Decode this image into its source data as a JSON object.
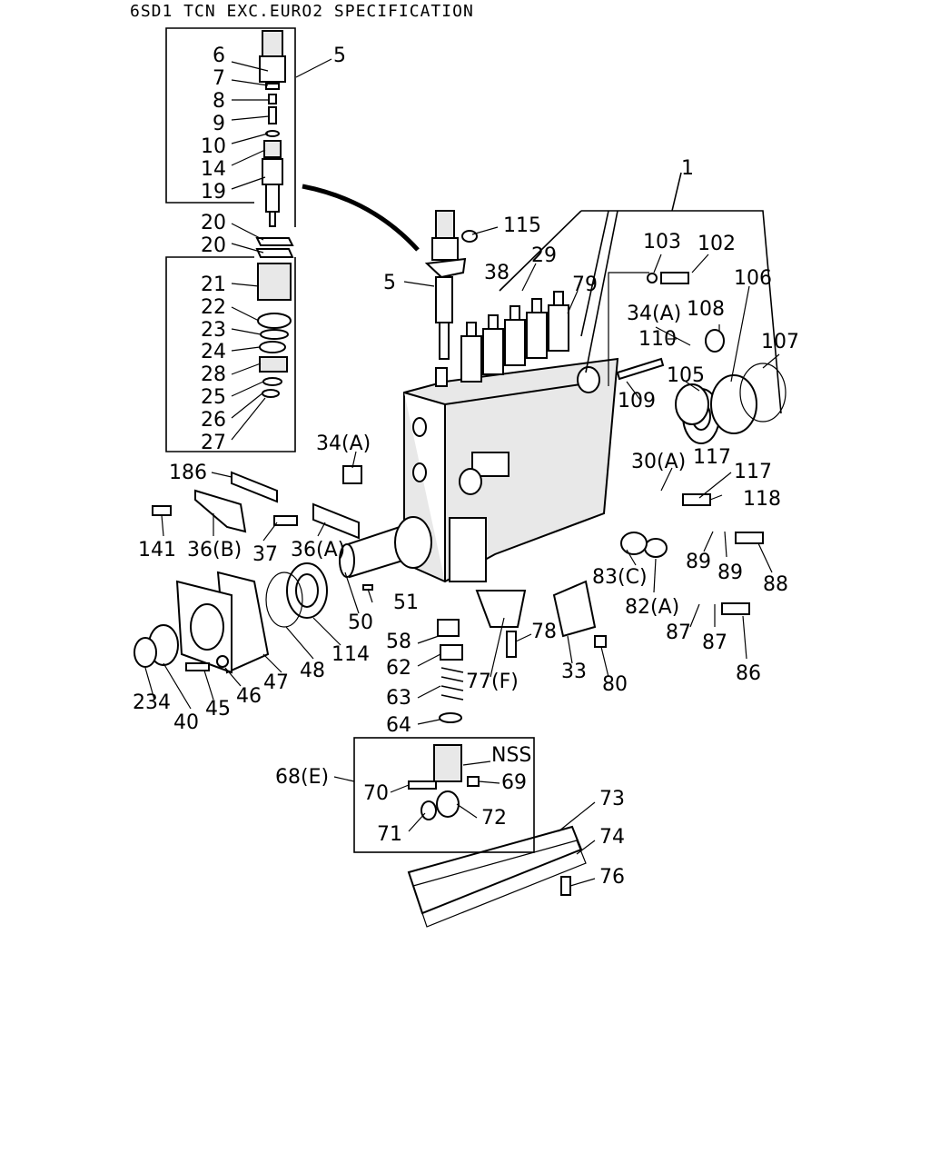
{
  "title": "6SD1 TCN EXC.EURO2 SPECIFICATION",
  "callouts": {
    "c1": "1",
    "c5a": "5",
    "c5b": "5",
    "c6": "6",
    "c7": "7",
    "c8": "8",
    "c9": "9",
    "c10": "10",
    "c14": "14",
    "c19": "19",
    "c20a": "20",
    "c20b": "20",
    "c21": "21",
    "c22": "22",
    "c23": "23",
    "c24": "24",
    "c28": "28",
    "c25": "25",
    "c26": "26",
    "c27": "27",
    "c29": "29",
    "c30": "30(A)",
    "c33": "33",
    "c34a": "34(A)",
    "c34b": "34(A)",
    "c36a": "36(A)",
    "c36b": "36(B)",
    "c37": "37",
    "c38": "38",
    "c40": "40",
    "c45": "45",
    "c46": "46",
    "c47": "47",
    "c48": "48",
    "c50": "50",
    "c51": "51",
    "c58": "58",
    "c62": "62",
    "c63": "63",
    "c64": "64",
    "c68": "68(E)",
    "cNSS": "NSS",
    "c69": "69",
    "c70": "70",
    "c71": "71",
    "c72": "72",
    "c73": "73",
    "c74": "74",
    "c76": "76",
    "c77": "77(F)",
    "c78": "78",
    "c79": "79",
    "c80": "80",
    "c82": "82(A)",
    "c83": "83(C)",
    "c86": "86",
    "c87a": "87",
    "c87b": "87",
    "c88": "88",
    "c89a": "89",
    "c89b": "89",
    "c102": "102",
    "c103": "103",
    "c105": "105",
    "c106": "106",
    "c107": "107",
    "c108": "108",
    "c109": "109",
    "c110": "110",
    "c114": "114",
    "c115": "115",
    "c117a": "117",
    "c117b": "117",
    "c118": "118",
    "c141": "141",
    "c186": "186",
    "c234": "234"
  }
}
